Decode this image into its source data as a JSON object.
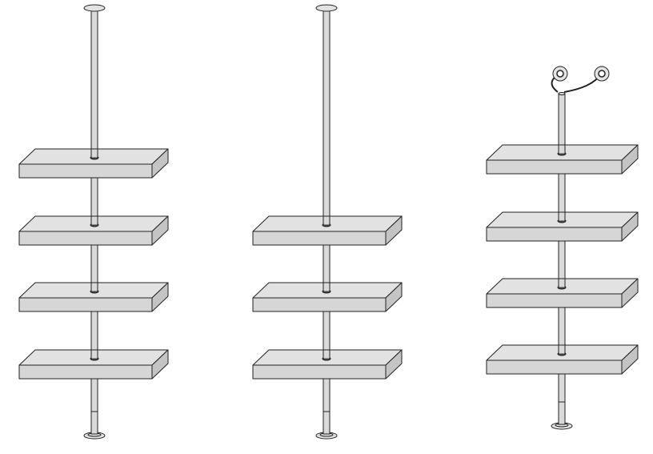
{
  "diagram": {
    "units": [
      {
        "name": "shelf-unit-1",
        "shelf_count": 4,
        "top_fixture": "ceiling-plate",
        "base": "floor-plate"
      },
      {
        "name": "shelf-unit-2",
        "shelf_count": 3,
        "top_fixture": "ceiling-plate",
        "base": "floor-plate"
      },
      {
        "name": "shelf-unit-3",
        "shelf_count": 4,
        "top_fixture": "wire-hooks",
        "base": "floor-plate"
      }
    ],
    "colors": {
      "surface": "#e2e2e2",
      "outline": "#222222",
      "pole": "#d9d9d9"
    }
  }
}
